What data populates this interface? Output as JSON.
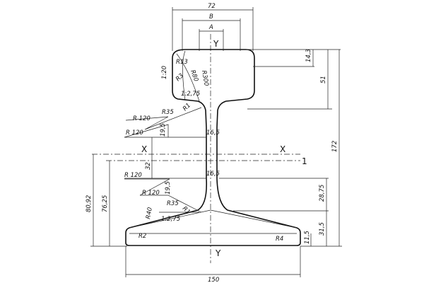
{
  "axes": {
    "y_top": "Y",
    "y_bottom": "Y",
    "x_left": "X",
    "x_right": "X",
    "line_num": "1"
  },
  "dims": {
    "head_width": "72",
    "b": "B",
    "a": "A",
    "d_14_3": "14,3",
    "d_51": "51",
    "d_172": "172",
    "d_28_75": "28,75",
    "d_31_5": "31,5",
    "d_11_5": "11,5",
    "d_80_92": "80,92",
    "d_76_25": "76,25",
    "d_150": "150",
    "d_32": "32",
    "d_19_5_top": "19,5",
    "d_19_5_bot": "19,5",
    "d_16_5_top": "16,5",
    "d_16_5_bot": "16,5"
  },
  "radii": {
    "r13": "R13",
    "r80": "R80",
    "r300": "R300",
    "r3": "R3",
    "slope_1_20": "1:20",
    "slope_2_75_top": "1:2,75",
    "slope_2_75_bot": "1:2,75",
    "r1_top": "R1",
    "r35_top": "R35",
    "r120_a": "R 120",
    "r120_b": "R 120",
    "r120_c": "R 120",
    "r120_d": "R 120",
    "r35_bot": "R35",
    "r1_bot": "R1",
    "r40": "R40",
    "r2": "R2",
    "r4": "R4"
  }
}
